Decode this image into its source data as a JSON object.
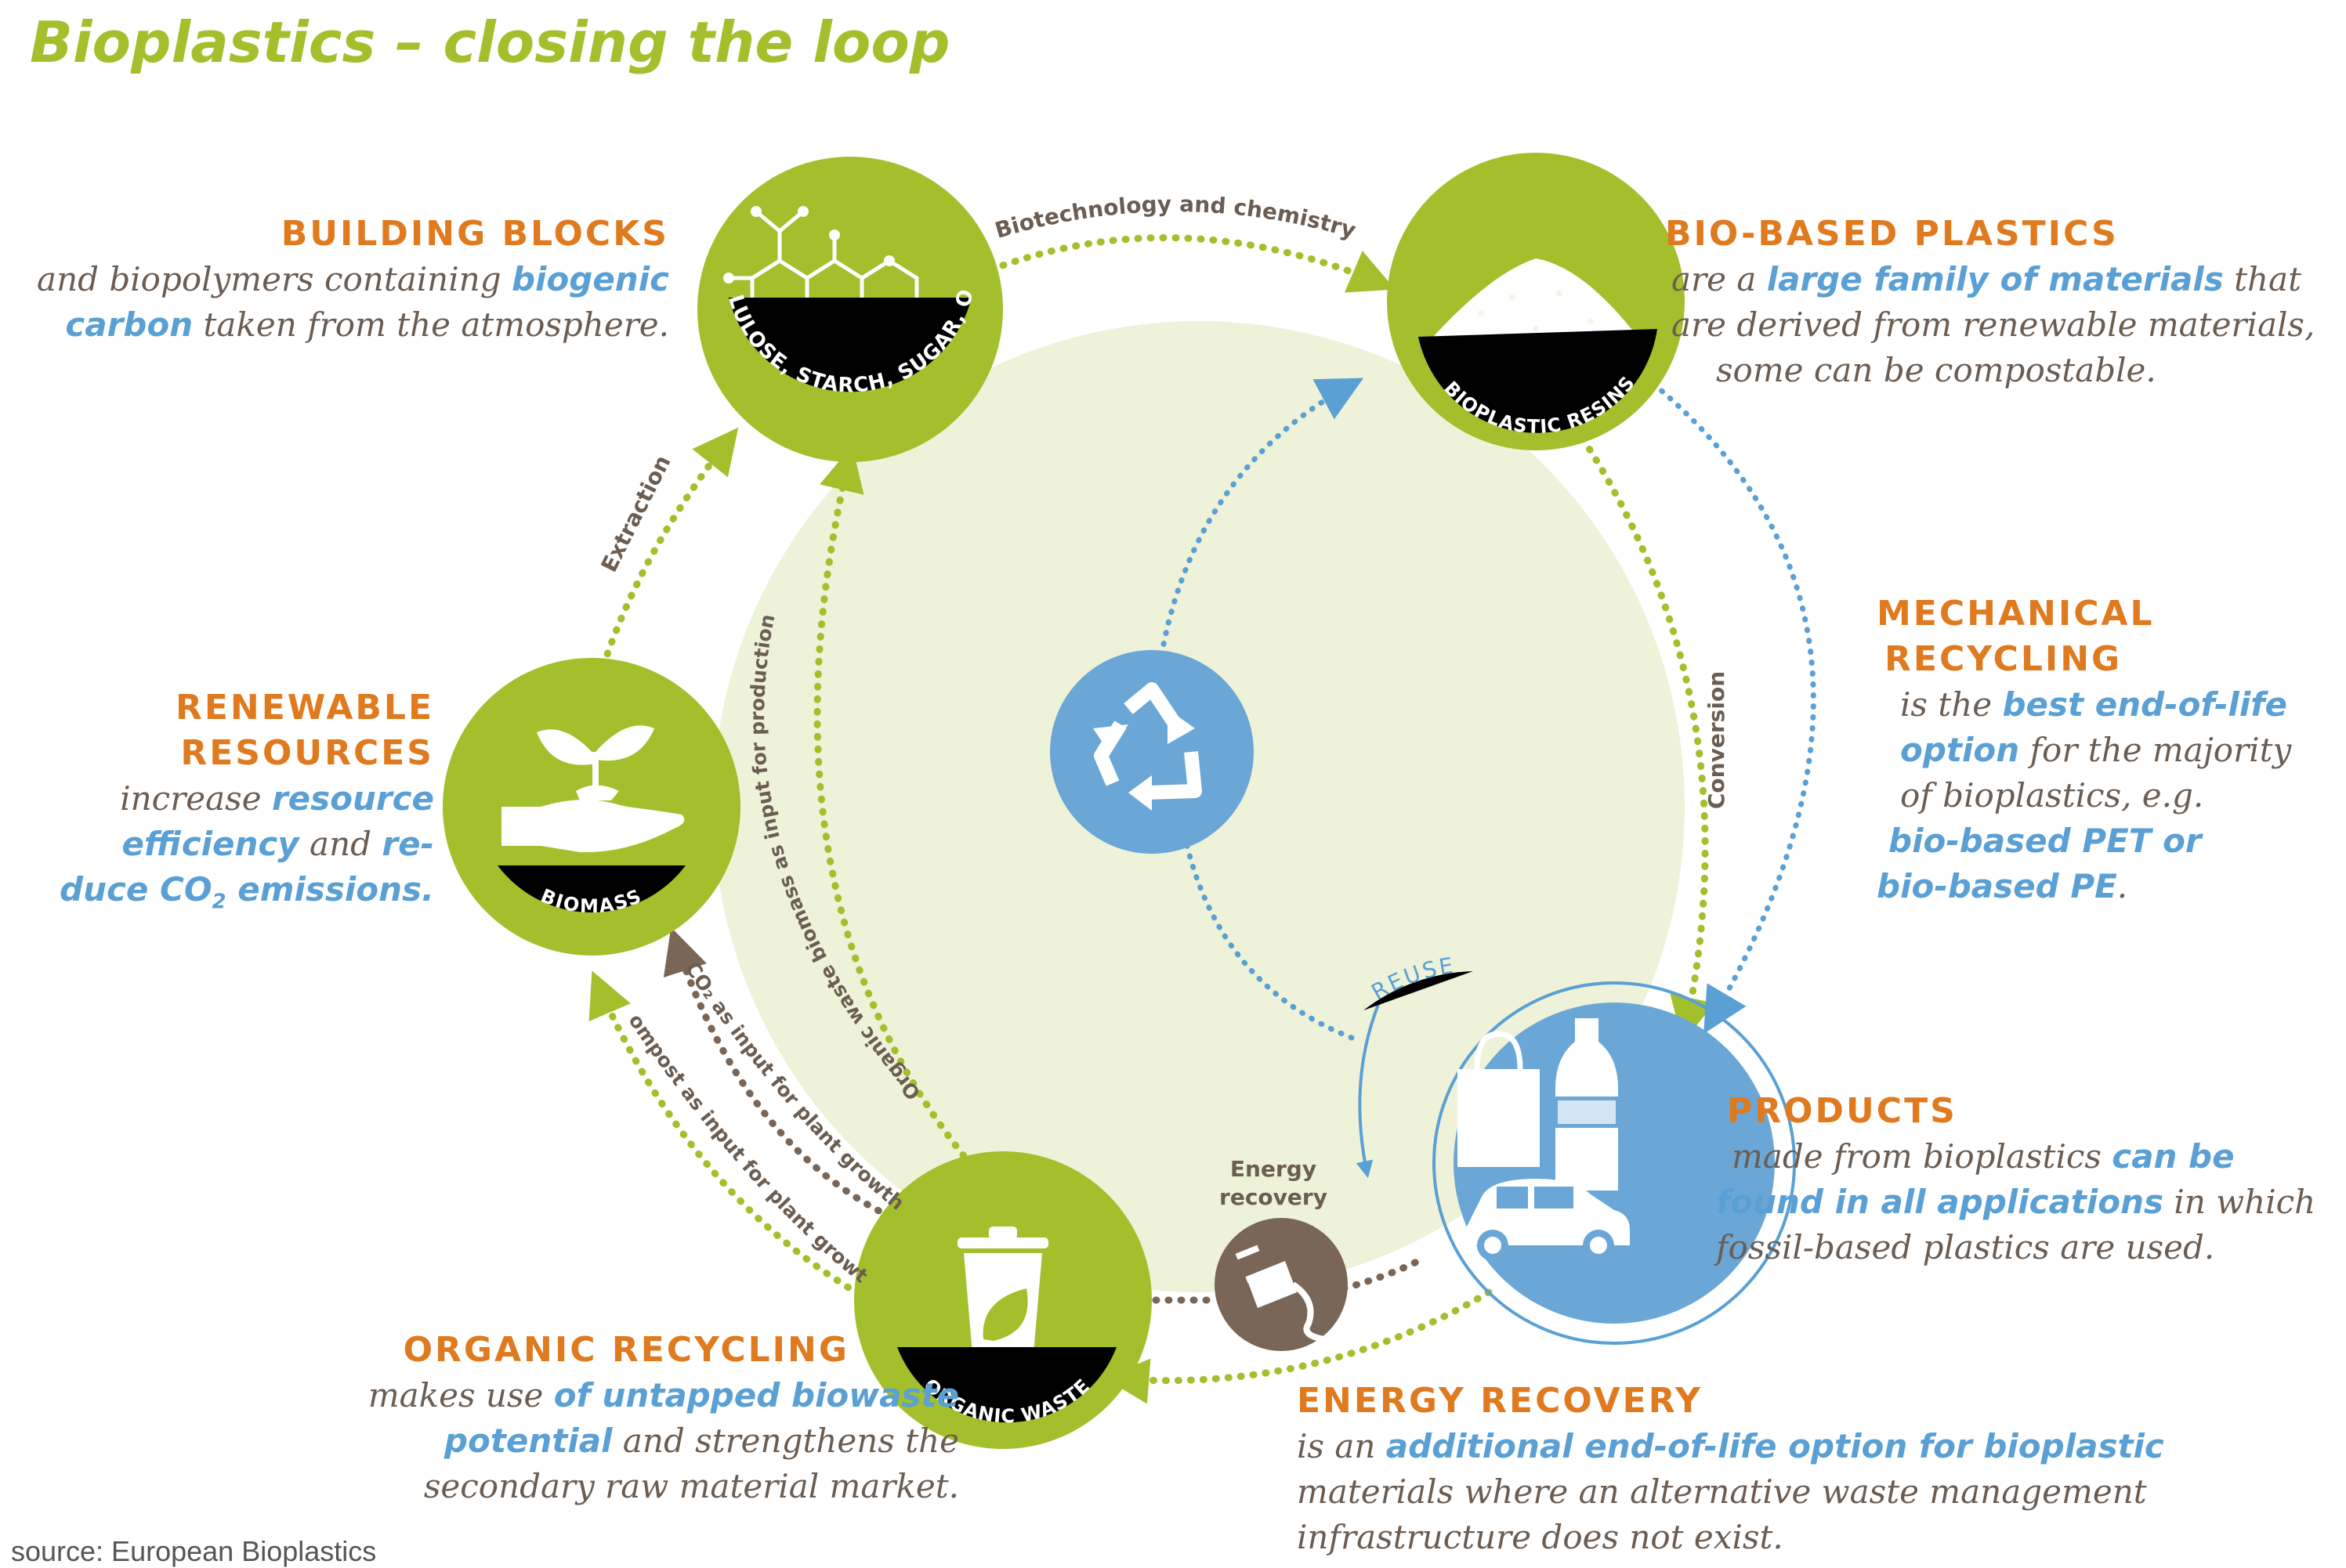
{
  "title": "Bioplastics – closing the loop",
  "colors": {
    "green": "#a3bf2b",
    "green_light": "#eef2d9",
    "blue": "#5aa0d4",
    "orange": "#e07a1f",
    "brown": "#7a6656",
    "text": "#6b5d52"
  },
  "nodes": {
    "building_blocks": {
      "label": "CELLULOSE, STARCH, SUGAR, OILS",
      "icon": "molecule-icon"
    },
    "bioplastic_resins": {
      "label": "BIOPLASTIC RESINS",
      "icon": "resin-pile-icon"
    },
    "biomass": {
      "label": "BIOMASS",
      "icon": "hand-sprout-icon"
    },
    "organic_waste": {
      "label": "ORGANIC WASTE",
      "icon": "bin-leaf-icon"
    },
    "products": {
      "icon": "products-icon",
      "reuse_label": "REUSE"
    },
    "recycle": {
      "icon": "recycle-icon"
    },
    "energy": {
      "icon": "plug-icon",
      "label_line1": "Energy",
      "label_line2": "recovery"
    }
  },
  "flows": {
    "biotech": "Biotechnology and chemistry",
    "extraction": "Extraction",
    "organic_waste_input": "Organic waste biomass as input for production",
    "conversion": "Conversion",
    "co2": "CO₂ as input for plant growth",
    "compost": "Compost as input for plant growth"
  },
  "blocks": {
    "building": {
      "heading": "BUILDING BLOCKS",
      "t1": "and biopolymers containing ",
      "h1": "biogenic",
      "h2": "carbon",
      "t2": " taken from the atmosphere."
    },
    "biobased": {
      "heading": "BIO-BASED PLASTICS",
      "t1": "are a ",
      "h1": "large family of materials",
      "t2": " that",
      "l2": "are derived from renewable materials,",
      "l3": "some can be compostable."
    },
    "mechanical": {
      "heading1": "MECHANICAL",
      "heading2": "RECYCLING",
      "t1": "is the ",
      "h1": "best end-of-life",
      "h2": "option",
      "t2": " for the majority",
      "l3": "of bioplastics, e.g.",
      "h3": "bio-based PET or",
      "h4": "bio-based PE",
      "t4": "."
    },
    "renewable": {
      "heading1": "RENEWABLE",
      "heading2": "RESOURCES",
      "t1": "increase ",
      "h1": "resource",
      "h2": "efficiency",
      "t2": " and ",
      "h3": "re-",
      "h4": "duce CO",
      "h4sub": "2",
      "h5": " emissions."
    },
    "products": {
      "heading": "PRODUCTS",
      "t1": "made from bioplastics ",
      "h1": "can be",
      "h2": "found in all applications",
      "t2": " in which",
      "l3": "fossil-based plastics are used."
    },
    "organic": {
      "heading": "ORGANIC RECYCLING",
      "t1": "makes use ",
      "h1": "of untapped biowaste",
      "h2": "potential",
      "t2": " and strengthens the",
      "l3": "secondary raw material market."
    },
    "energy": {
      "heading": "ENERGY RECOVERY",
      "t1": "is an ",
      "h1": "additional end-of-life option for bioplastic",
      "l2": "materials where an alternative waste management",
      "l3": "infrastructure does not exist."
    }
  },
  "source": "source: European Bioplastics"
}
